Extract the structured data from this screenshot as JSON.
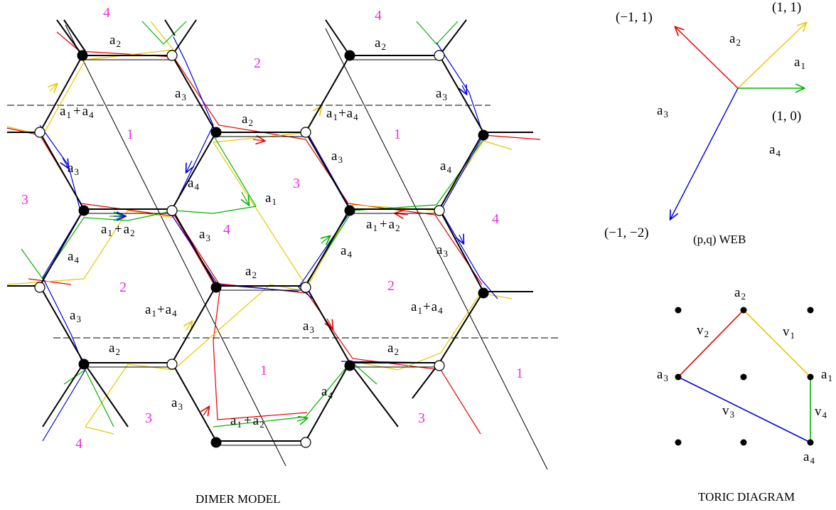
{
  "colors": {
    "face_number": "#e62ee6",
    "path_red": "#e60000",
    "path_yellow": "#e6c800",
    "path_green": "#00b400",
    "path_blue": "#0000e6",
    "edge": "#000000"
  },
  "face_numbers": [
    "4",
    "4",
    "2",
    "1",
    "1",
    "3",
    "3",
    "4",
    "4",
    "2",
    "2",
    "1",
    "1",
    "3",
    "3",
    "4"
  ],
  "edge_labels": {
    "a1": "a",
    "a1_sub": "1",
    "a2": "a",
    "a2_sub": "2",
    "a3": "a",
    "a3_sub": "3",
    "a4": "a",
    "a4_sub": "4",
    "plus": "+"
  },
  "web": {
    "vec_m1_1": "(−1, 1)",
    "vec_1_1": "(1, 1)",
    "vec_1_0": "(1, 0)",
    "vec_m1_m2": "(−1, −2)",
    "title": "(p,q)  WEB",
    "regions": [
      {
        "main": "a",
        "sub": "2"
      },
      {
        "main": "a",
        "sub": "1"
      },
      {
        "main": "a",
        "sub": "3"
      },
      {
        "main": "a",
        "sub": "4"
      }
    ]
  },
  "toric": {
    "corner_labels": [
      {
        "main": "a",
        "sub": "2"
      },
      {
        "main": "a",
        "sub": "3"
      },
      {
        "main": "a",
        "sub": "1"
      },
      {
        "main": "a",
        "sub": "4"
      }
    ],
    "edge_labels": [
      {
        "main": "v",
        "sub": "2"
      },
      {
        "main": "v",
        "sub": "1"
      },
      {
        "main": "v",
        "sub": "3"
      },
      {
        "main": "v",
        "sub": "4"
      }
    ],
    "title": "TORIC  DIAGRAM"
  },
  "captions": {
    "dimer": "DIMER MODEL"
  }
}
